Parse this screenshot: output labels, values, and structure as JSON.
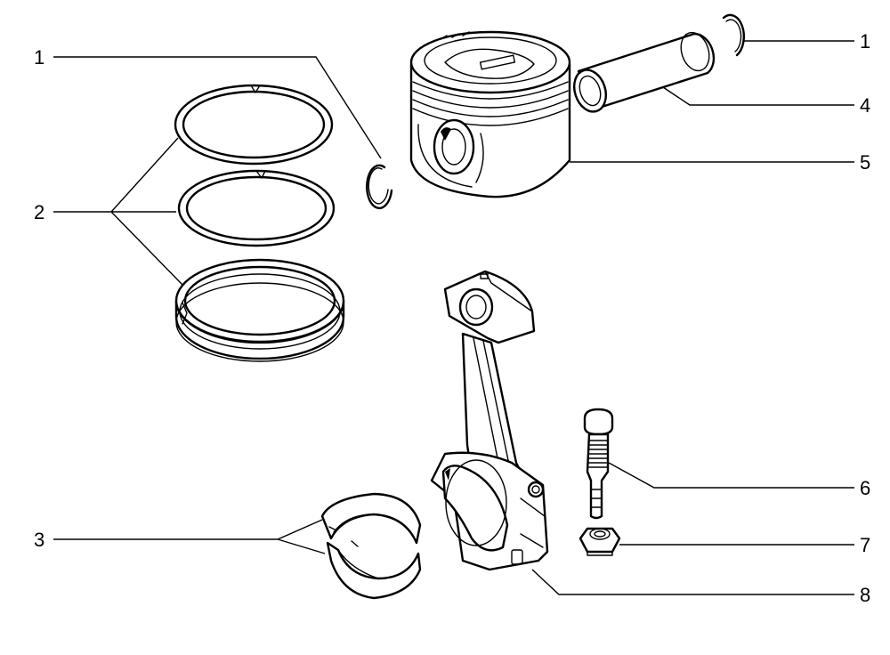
{
  "callouts": {
    "c1_left": "1",
    "c1_right": "1",
    "c2": "2",
    "c3": "3",
    "c4": "4",
    "c5": "5",
    "c6": "6",
    "c7": "7",
    "c8": "8"
  },
  "colors": {
    "ink": "#000000",
    "paper": "#ffffff"
  }
}
